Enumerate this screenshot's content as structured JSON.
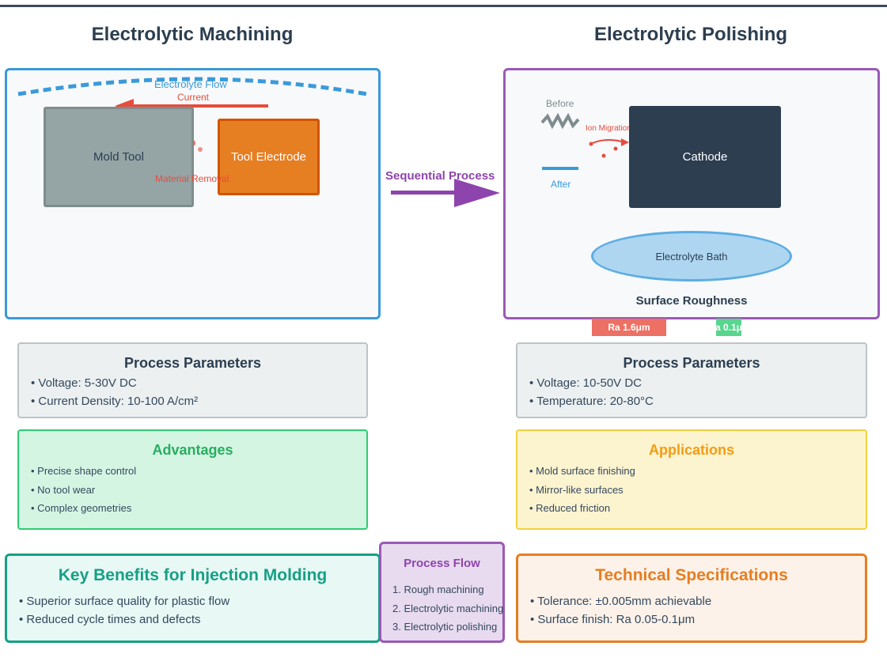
{
  "headings": {
    "left": "Electrolytic Machining",
    "right": "Electrolytic Polishing"
  },
  "machining_diagram": {
    "flow_label": "Electrolyte Flow",
    "current_label": "Current",
    "mold_tool": "Mold Tool",
    "tool_electrode": "Tool Electrode",
    "material_removal": "Material Removal"
  },
  "center": {
    "sequential_label": "Sequential Process"
  },
  "polishing_diagram": {
    "before_label": "Before",
    "after_label": "After",
    "ion_migration": "Ion Migration",
    "cathode": "Cathode",
    "electrolyte_bath": "Electrolyte Bath",
    "roughness_title": "Surface Roughness",
    "roughness_before": "Ra 1.6μm",
    "roughness_after": "a 0.1μ"
  },
  "left_params": {
    "title": "Process Parameters",
    "items": [
      "• Voltage: 5-30V DC",
      "• Current Density: 10-100 A/cm²"
    ]
  },
  "right_params": {
    "title": "Process Parameters",
    "items": [
      "• Voltage: 10-50V DC",
      "• Temperature: 20-80°C"
    ]
  },
  "advantages": {
    "title": "Advantages",
    "items": [
      "• Precise shape control",
      "• No tool wear",
      "• Complex geometries"
    ]
  },
  "applications": {
    "title": "Applications",
    "items": [
      "• Mold surface finishing",
      "• Mirror-like surfaces",
      "• Reduced friction"
    ]
  },
  "key_benefits": {
    "title": "Key Benefits for Injection Molding",
    "items": [
      "• Superior surface quality for plastic flow",
      "• Reduced cycle times and defects"
    ]
  },
  "process_flow": {
    "title": "Process Flow",
    "items": [
      "1. Rough machining",
      "2. Electrolytic machining",
      "3. Electrolytic polishing"
    ]
  },
  "tech_specs": {
    "title": "Technical Specifications",
    "items": [
      "• Tolerance: ±0.005mm achievable",
      "• Surface finish: Ra 0.05-0.1μm"
    ]
  },
  "colors": {
    "machining_border": "#3a9ad9",
    "polishing_border": "#9b59b6",
    "current_red": "#e74c3c",
    "electrode_orange": "#e67e22",
    "mold_gray": "#95a5a6",
    "cathode_dark": "#2c3e50",
    "advantages_green": "#27ae60",
    "applications_amber": "#f39c12",
    "benefits_teal": "#16a085",
    "specs_orange": "#e67e22"
  }
}
